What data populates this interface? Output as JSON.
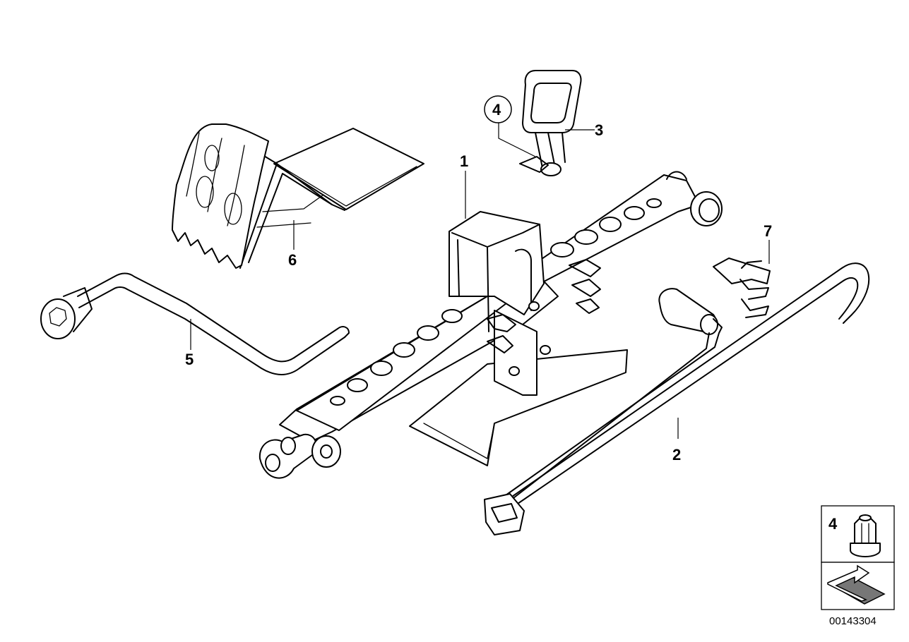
{
  "callouts": {
    "jack": "1",
    "tow_hook_rod": "2",
    "strap": "3",
    "nut": "4",
    "wheel_wrench": "5",
    "wheel_chock": "6",
    "clip": "7"
  },
  "legend": {
    "nut_label": "4"
  },
  "document_number": "00143304",
  "icons": [
    "scissor-jack",
    "tow-rod",
    "holding-strap",
    "hex-nut",
    "wheel-wrench",
    "wheel-chock",
    "spring-clip",
    "direction-arrow"
  ]
}
